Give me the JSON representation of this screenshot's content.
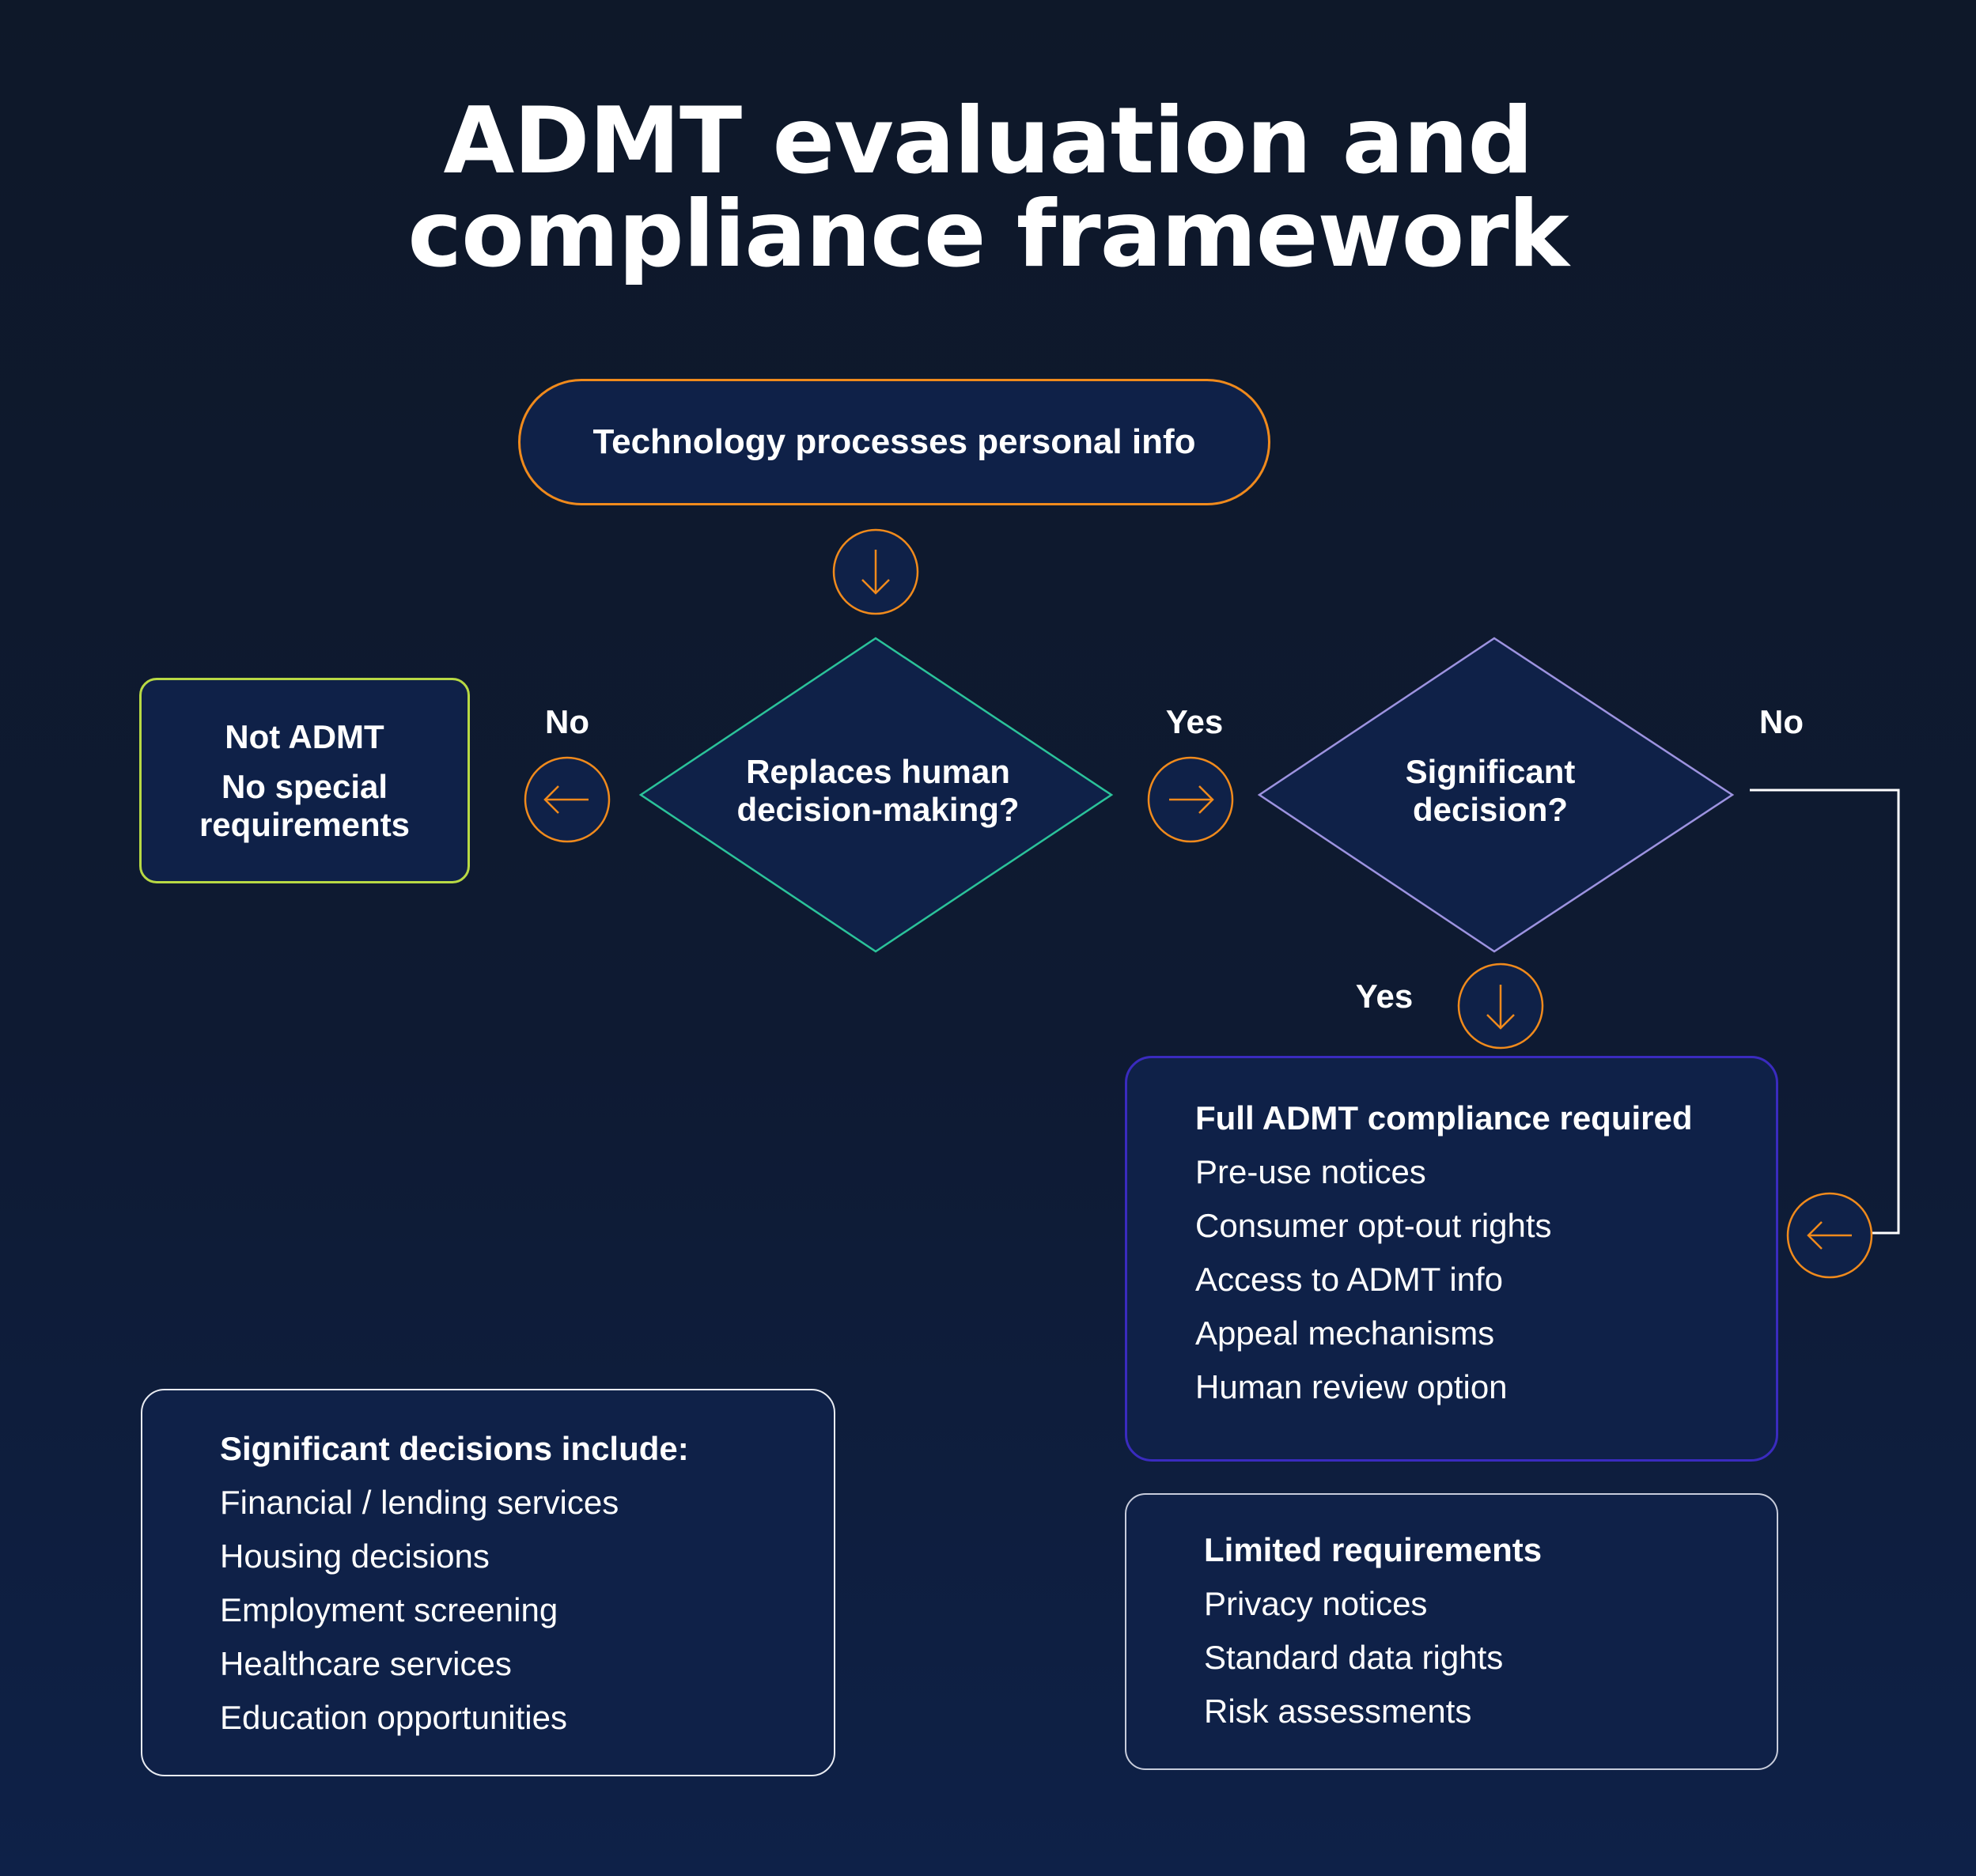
{
  "title": {
    "line1": "ADMT evaluation and",
    "line2": "compliance framework"
  },
  "colors": {
    "background": "#0e1829",
    "node_fill": "#0f2148",
    "accent_orange": "#f08a1c",
    "diamond1_border": "#2bc39a",
    "diamond2_border": "#9d93e0",
    "not_admt_border": "#b8d944",
    "full_border": "#3a2bbf",
    "connector": "#ffffff"
  },
  "start_node": {
    "label": "Technology processes personal info"
  },
  "decision1": {
    "line1": "Replaces human",
    "line2": "decision-making?",
    "no_label": "No",
    "yes_label": "Yes"
  },
  "decision2": {
    "line1": "Significant",
    "line2": "decision?",
    "no_label": "No",
    "yes_label": "Yes"
  },
  "not_admt": {
    "title": "Not ADMT",
    "line1": "No special",
    "line2": "requirements"
  },
  "full_compliance": {
    "title": "Full ADMT compliance required",
    "items": [
      "Pre-use notices",
      "Consumer opt-out rights",
      "Access to ADMT info",
      "Appeal mechanisms",
      "Human review option"
    ]
  },
  "limited": {
    "title": "Limited requirements",
    "items": [
      "Privacy notices",
      "Standard data rights",
      "Risk assessments"
    ]
  },
  "significant_decisions": {
    "title": "Significant decisions include:",
    "items": [
      "Financial / lending services",
      "Housing decisions",
      "Employment screening",
      "Healthcare services",
      "Education opportunities"
    ]
  },
  "icons": {
    "arrow_down": "arrow-down-icon",
    "arrow_left": "arrow-left-icon",
    "arrow_right": "arrow-right-icon"
  }
}
